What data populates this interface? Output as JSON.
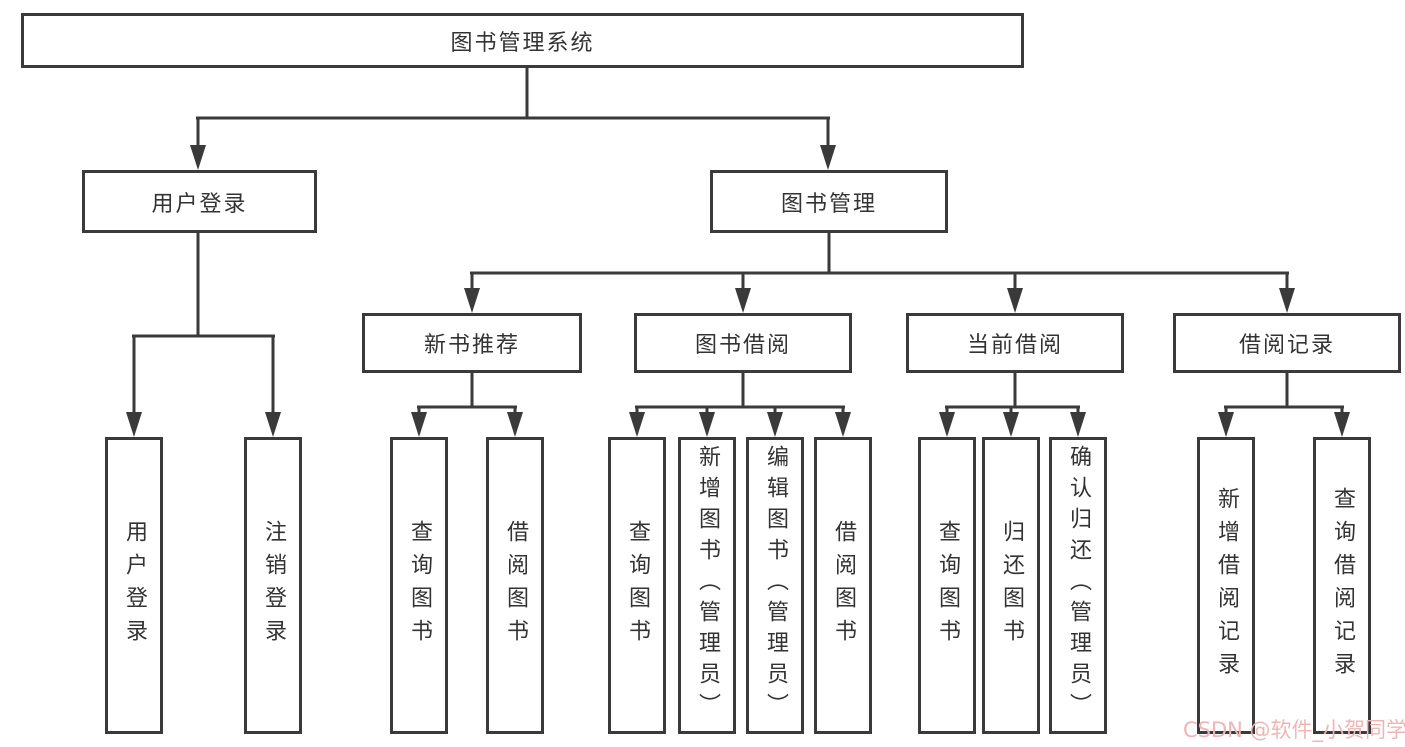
{
  "diagram": {
    "root": {
      "label": "图书管理系统"
    },
    "login": {
      "label": "用户登录",
      "children": [
        {
          "label": "用户登录"
        },
        {
          "label": "注销登录"
        }
      ]
    },
    "management": {
      "label": "图书管理",
      "sections": [
        {
          "label": "新书推荐",
          "children": [
            {
              "label": "查询图书"
            },
            {
              "label": "借阅图书"
            }
          ]
        },
        {
          "label": "图书借阅",
          "children": [
            {
              "label": "查询图书"
            },
            {
              "label": "新增图书（管理员）"
            },
            {
              "label": "编辑图书（管理员）"
            },
            {
              "label": "借阅图书"
            }
          ]
        },
        {
          "label": "当前借阅",
          "children": [
            {
              "label": "查询图书"
            },
            {
              "label": "归还图书"
            },
            {
              "label": "确认归还（管理员）"
            }
          ]
        },
        {
          "label": "借阅记录",
          "children": [
            {
              "label": "新增借阅记录"
            },
            {
              "label": "查询借阅记录"
            }
          ]
        }
      ]
    }
  },
  "watermark": {
    "text": "CSDN @软件_小贺同学"
  },
  "colors": {
    "line": "#3a3a3a",
    "box_background": "#ffffff",
    "text": "#333333",
    "watermark": "#f0b5b5"
  }
}
